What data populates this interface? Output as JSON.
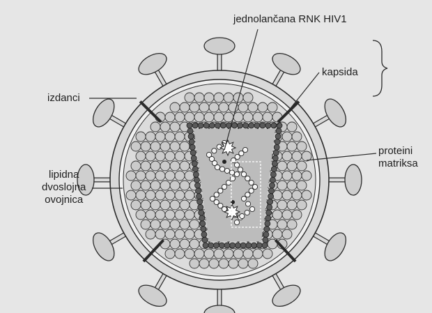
{
  "labels": {
    "rna": "jednolančana RNK HIV1",
    "capsid": "kapsida",
    "spikes": "izdanci",
    "matrix_line1": "proteini",
    "matrix_line2": "matriksa",
    "membrane_line1": "lipidna",
    "membrane_line2": "dvoslojna",
    "membrane_line3": "ovojnica"
  },
  "colors": {
    "background": "#e6e6e6",
    "envelope_fill": "#d4d4d4",
    "matrix_sphere": "#c8c8c8",
    "capsid_bead": "#555555",
    "core_fill": "#bdbdbd",
    "line": "#2a2a2a"
  }
}
